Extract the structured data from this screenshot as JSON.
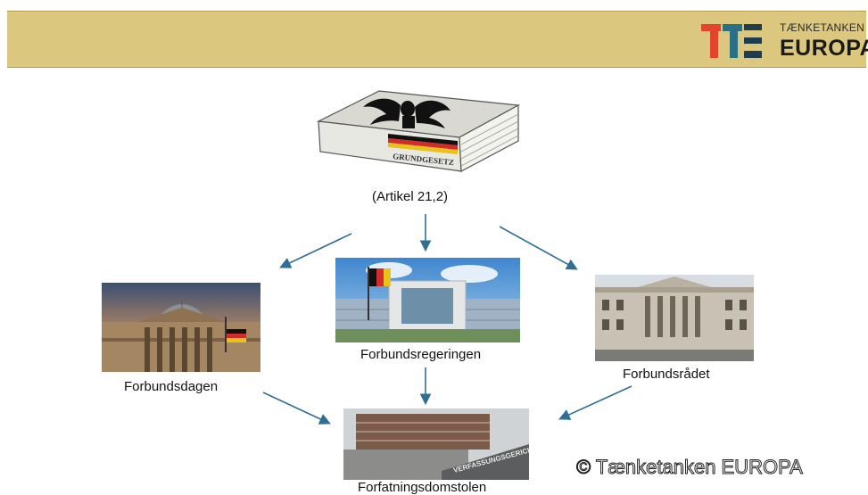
{
  "header": {
    "logo_small": "TÆNKETANKEN",
    "logo_big": "EUROPA"
  },
  "diagram": {
    "book": {
      "cover_text": "GRUNDGESETZ",
      "caption": "(Artikel 21,2)"
    },
    "nodes": {
      "bundestag": "Forbundsdagen",
      "government": "Forbundsregeringen",
      "bundesrat": "Forbundsrådet",
      "court": "Forfatningsdomstolen"
    },
    "court_sign": "VERFASSUNGSGERICHT"
  },
  "footer": {
    "copyright": "© Tænketanken EUROPA"
  }
}
